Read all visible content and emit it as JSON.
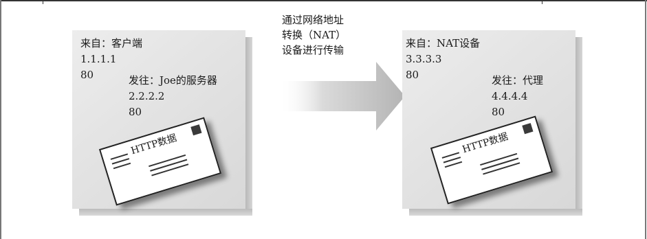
{
  "left_box": {
    "from_label": "来自：客户端",
    "from_ip": "1.1.1.1",
    "from_port": "80",
    "to_label": "发往：Joe的服务器",
    "to_ip": "2.2.2.2",
    "to_port": "80",
    "envelope_label": "HTTP数据"
  },
  "arrow": {
    "lines": [
      "通过网络地址",
      "转换（NAT）",
      "设备进行传输"
    ]
  },
  "right_box": {
    "from_label": "来自：NAT设备",
    "from_ip": "3.3.3.3",
    "from_port": "80",
    "to_label": "发往：代理",
    "to_ip": "4.4.4.4",
    "to_port": "80",
    "envelope_label": "HTTP数据"
  },
  "colors": {
    "paper": "#e4e4e4",
    "arrow": "#c4c4c4",
    "ink": "#1a1a1a"
  }
}
